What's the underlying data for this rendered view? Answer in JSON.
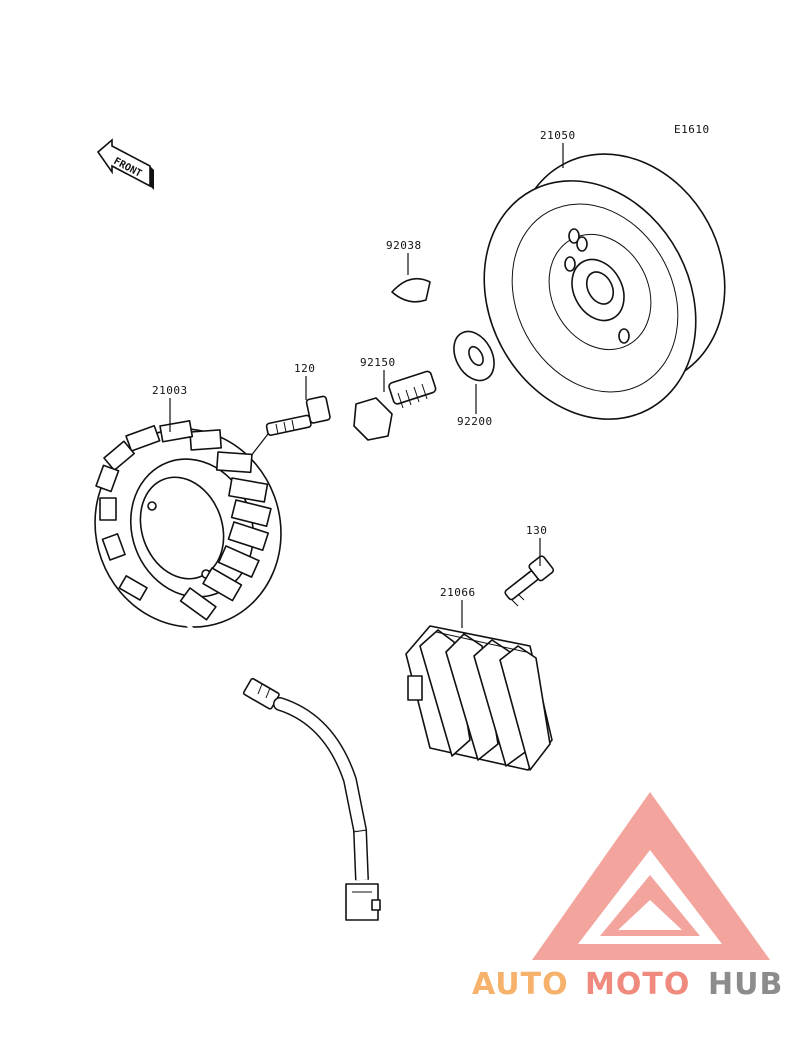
{
  "diagram": {
    "code": "E1610",
    "front_label": "FRONT",
    "labels": {
      "flywheel": "21050",
      "key": "92038",
      "washer": "92200",
      "bolt_flange": "92150",
      "bolt_stator": "120",
      "stator": "21003",
      "bolt_regulator": "130",
      "regulator": "21066"
    }
  },
  "watermark": {
    "part_a": "AUTO",
    "part_b": "MOTO",
    "part_c": "HUB",
    "color_a": "#f6b26b",
    "color_b": "#f08a7e",
    "color_c": "#8c8c8c",
    "logo_color": "#f29b93"
  }
}
